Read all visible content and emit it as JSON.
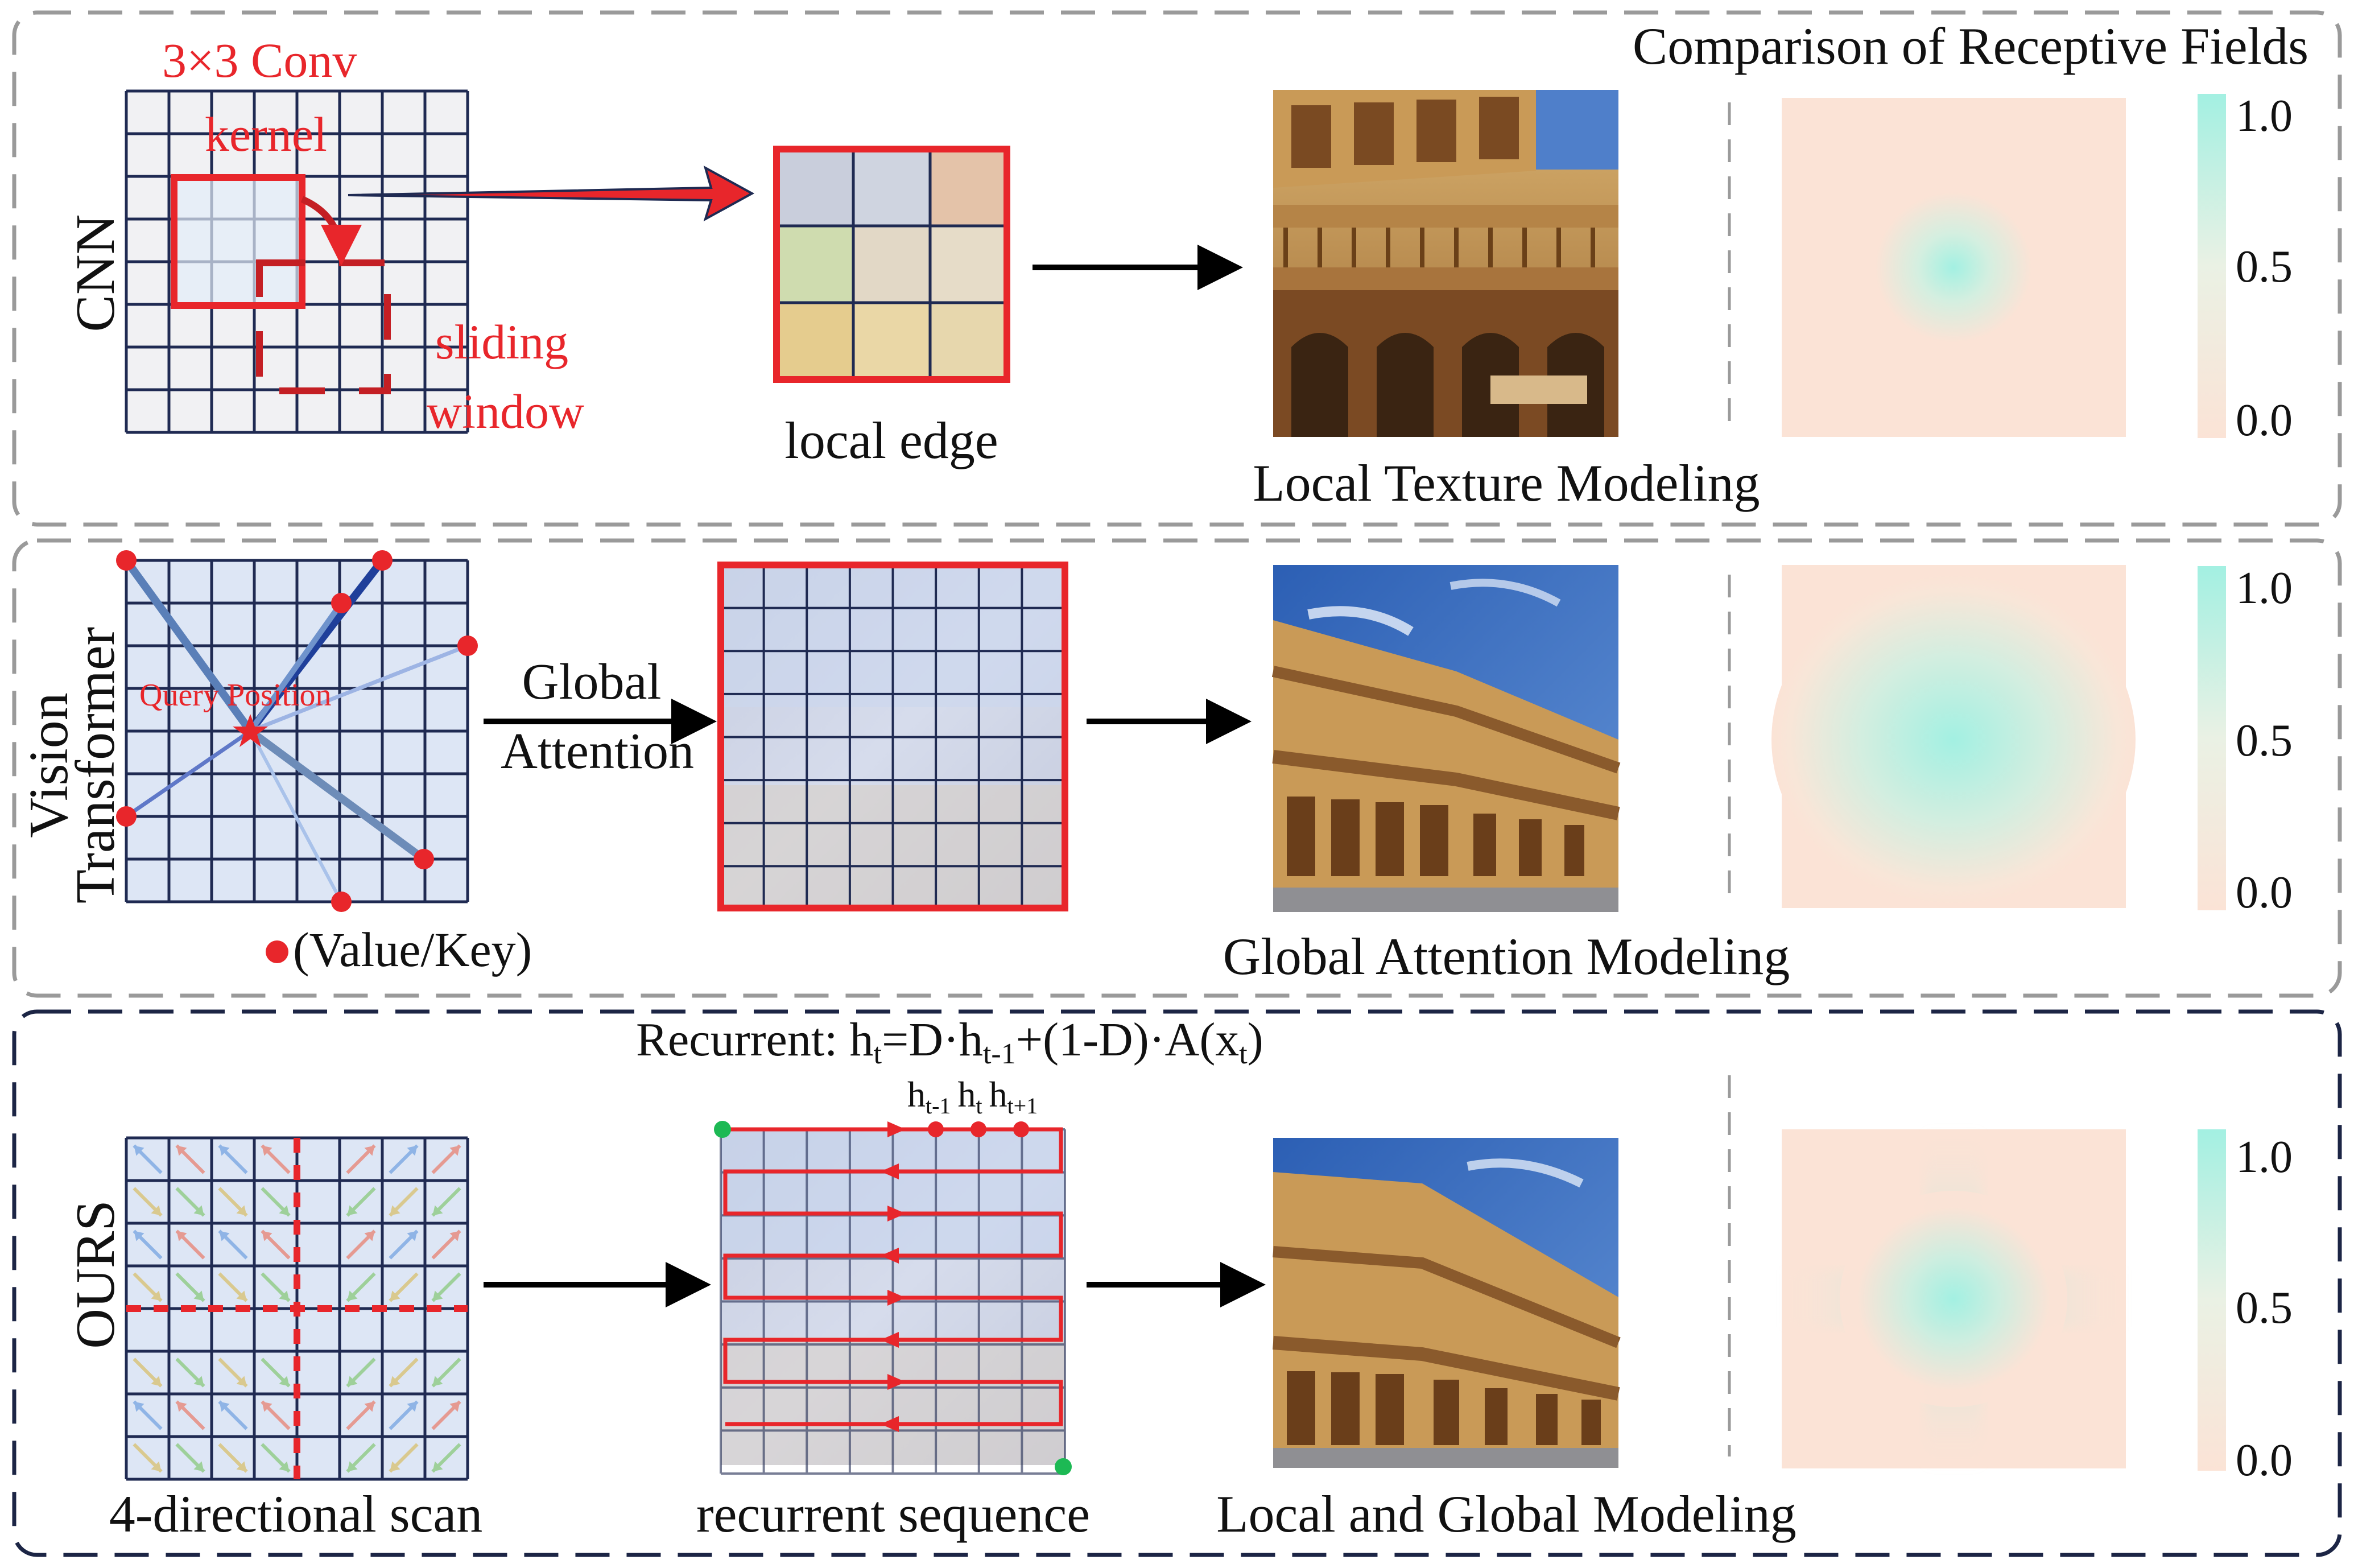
{
  "header": {
    "title": "Comparison of Receptive Fields"
  },
  "rows": {
    "cnn": {
      "label": "CNN",
      "conv_label": "3×3 Conv",
      "kernel_label": "kernel",
      "sliding_label": "sliding",
      "window_label": "window",
      "local_edge_label": "local edge",
      "caption": "Local Texture Modeling"
    },
    "vit": {
      "label_line1": "Vision",
      "label_line2": "Transformer",
      "query_label": "Query Position",
      "value_key_label": "(Value/Key)",
      "attention_line1": "Global",
      "attention_line2": "Attention",
      "caption": "Global Attention Modeling"
    },
    "ours": {
      "label": "OURS",
      "recurrent_prefix": "Recurrent: ",
      "h": "h",
      "sub_t": "t",
      "sub_t_minus_1": "t-1",
      "sub_t_plus_1": "t+1",
      "eq_eq": "=D·",
      "eq_mid": "+(1-D)·A(x",
      "eq_close": ")",
      "scan_label": "4-directional scan",
      "sequence_label": "recurrent sequence",
      "caption": "Local and Global Modeling"
    }
  },
  "colorbar": {
    "ticks": [
      "1.0",
      "0.5",
      "0.0"
    ],
    "max": 1.0,
    "min": 0.0
  },
  "colors": {
    "accent_red": "#e8262b",
    "grid_line": "#1f2a52",
    "grid_fill_cnn": "#f1f1f3",
    "grid_fill_blue": "#dde6f5",
    "heat_low": "#fbe3d6",
    "heat_high": "#a3f0e2",
    "frame_gray": "#9a9a9a",
    "frame_navy": "#1c2545"
  }
}
